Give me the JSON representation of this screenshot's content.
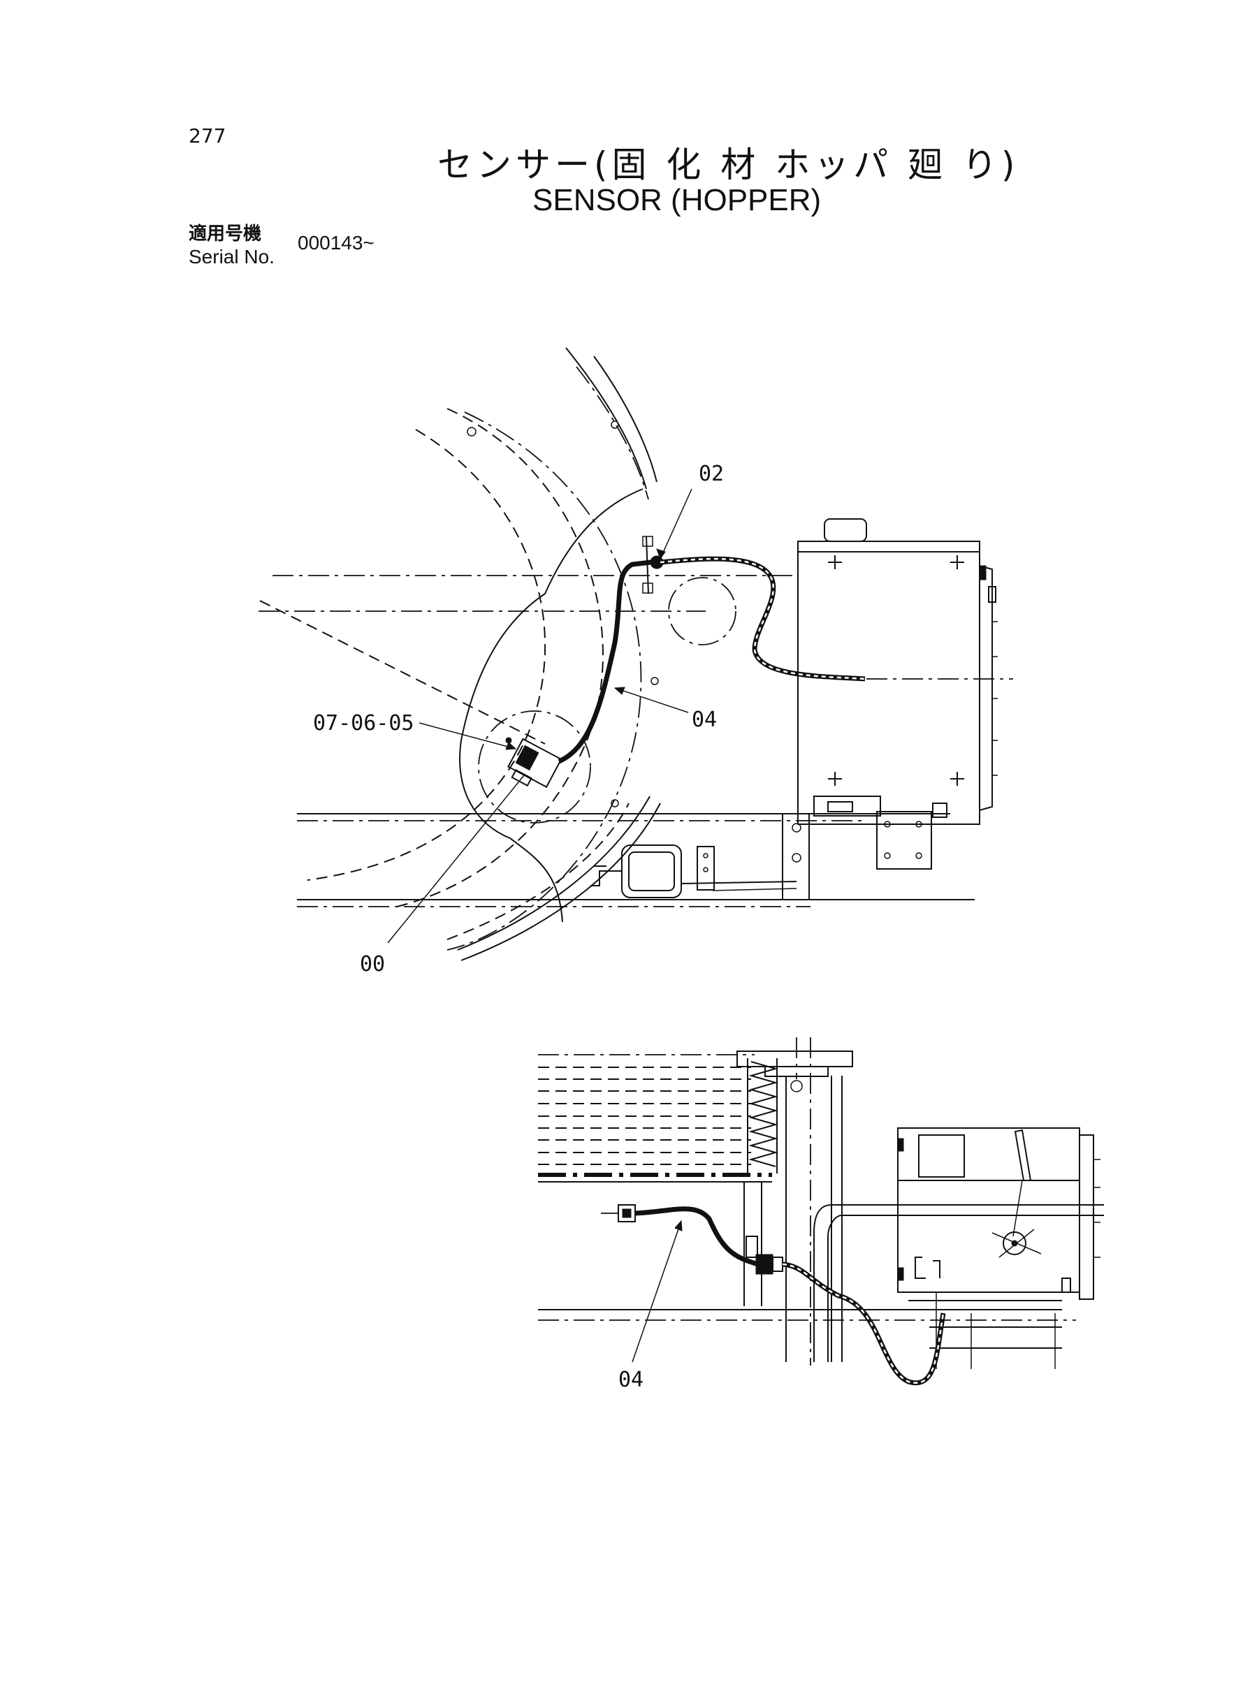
{
  "header": {
    "page_number": "277",
    "title_ja": "センサー(固 化 材 ホッパ 廻 り)",
    "title_en": "SENSOR (HOPPER)",
    "serial_label_ja": "適用号機",
    "serial_label_en": "Serial No.",
    "serial_value": "000143~"
  },
  "top_view": {
    "callouts": [
      "02",
      "04",
      "07-06-05",
      "00"
    ]
  },
  "side_view": {
    "callouts": [
      "04"
    ]
  }
}
